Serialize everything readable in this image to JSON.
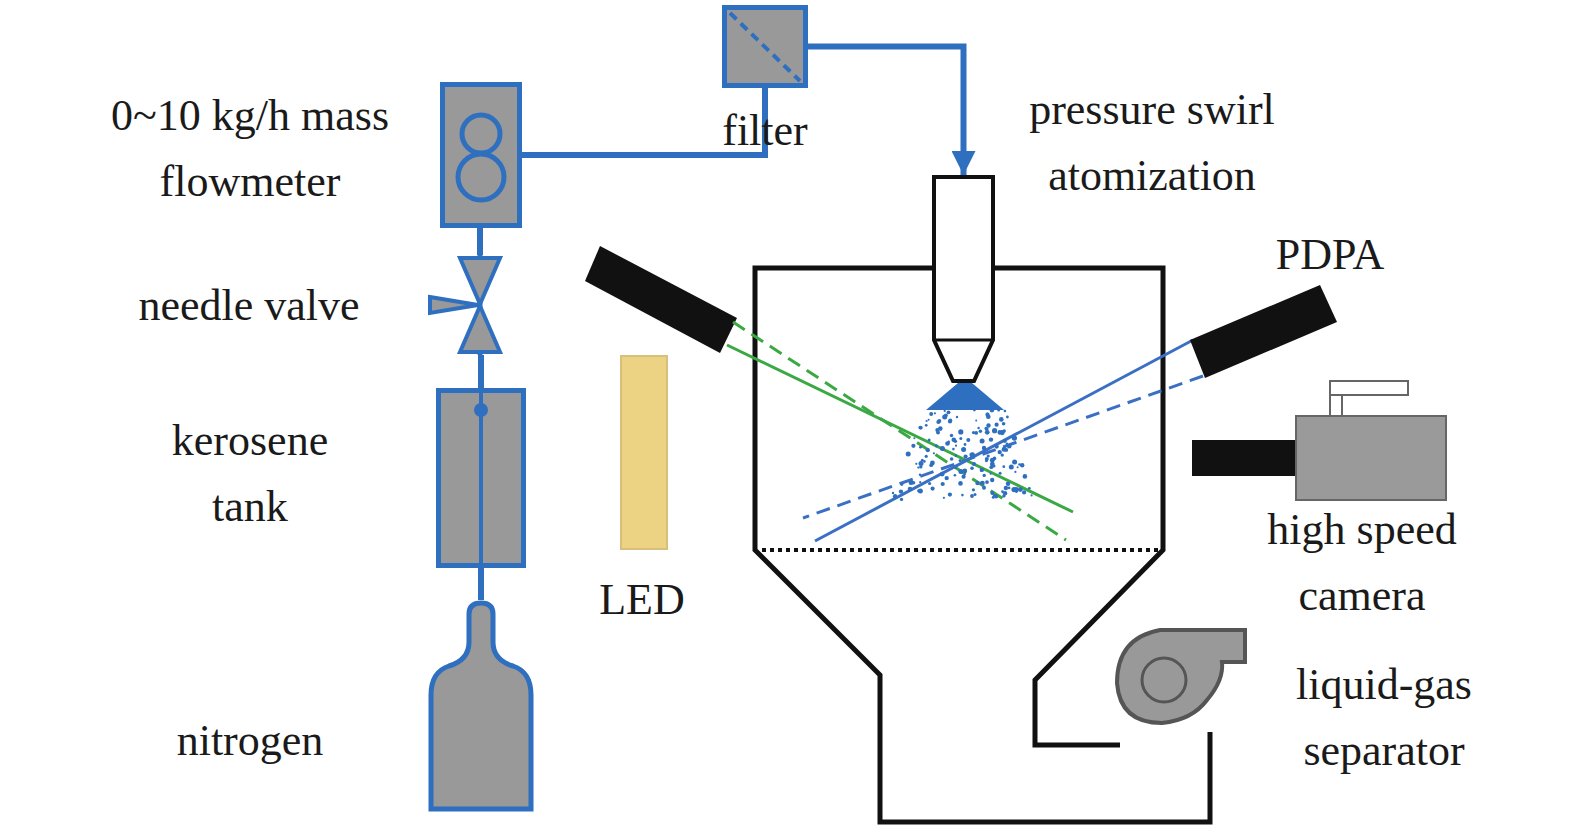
{
  "diagram": {
    "nodes": [
      {
        "text": [
          "0~10 kg/h mass flowmeter"
        ]
      },
      {
        "text": [
          "filter"
        ]
      },
      {
        "text": [
          "pressure swirl atomization"
        ]
      },
      {
        "text": [
          "needle valve"
        ]
      },
      {
        "text": [
          "PDPA"
        ]
      },
      {
        "text": [
          "kerosene tank"
        ]
      },
      {
        "text": [
          "LED"
        ]
      },
      {
        "text": [
          "high speed camera"
        ]
      },
      {
        "text": [
          "nitrogen"
        ]
      },
      {
        "text": [
          "liquid-gas separator"
        ]
      }
    ],
    "edges": [
      {
        "from": 8,
        "to": 5,
        "arrow": "none"
      },
      {
        "from": 5,
        "to": 3,
        "arrow": "none"
      },
      {
        "from": 3,
        "to": 0,
        "arrow": "none"
      },
      {
        "from": 0,
        "to": 1,
        "arrow": "none"
      },
      {
        "from": 1,
        "to": 2,
        "arrow": "to"
      }
    ]
  }
}
